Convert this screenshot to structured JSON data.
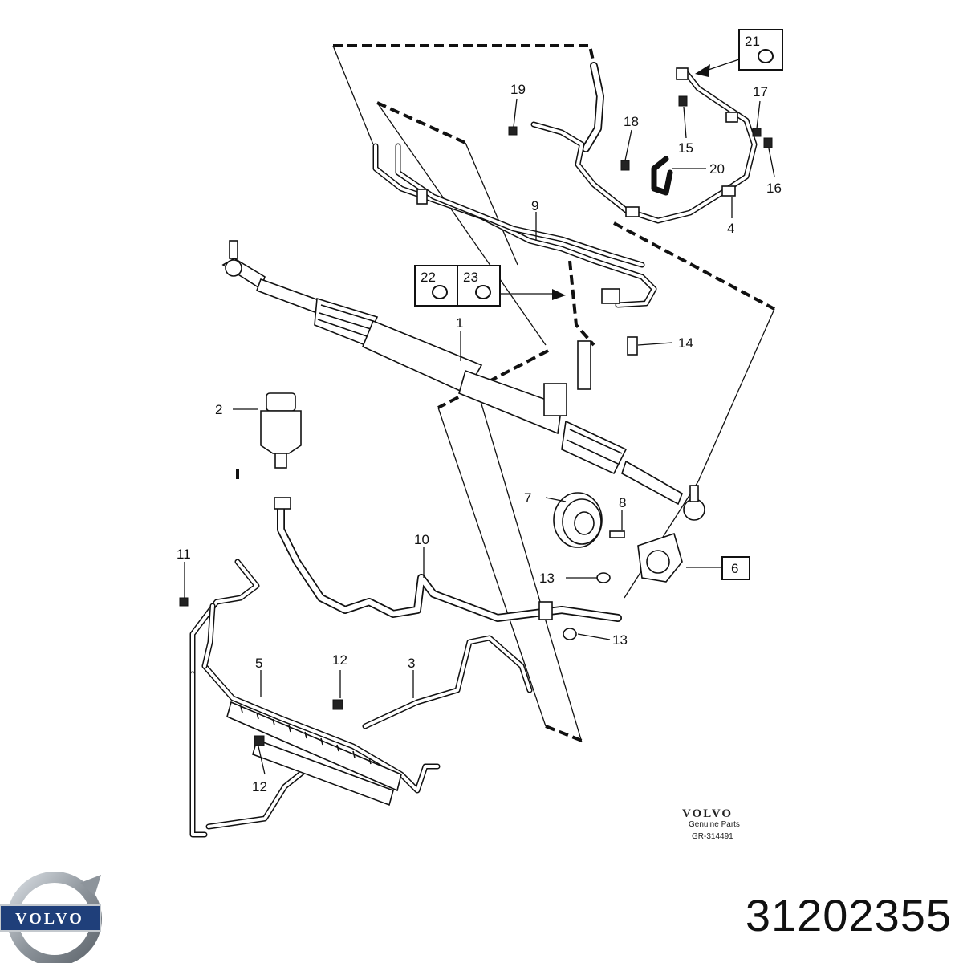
{
  "callouts": [
    {
      "id": "c1",
      "label": "1"
    },
    {
      "id": "c2",
      "label": "2"
    },
    {
      "id": "c3",
      "label": "3"
    },
    {
      "id": "c4",
      "label": "4"
    },
    {
      "id": "c5",
      "label": "5"
    },
    {
      "id": "c6",
      "label": "6"
    },
    {
      "id": "c7",
      "label": "7"
    },
    {
      "id": "c8",
      "label": "8"
    },
    {
      "id": "c9",
      "label": "9"
    },
    {
      "id": "c10",
      "label": "10"
    },
    {
      "id": "c11",
      "label": "11"
    },
    {
      "id": "c12a",
      "label": "12"
    },
    {
      "id": "c12b",
      "label": "12"
    },
    {
      "id": "c13a",
      "label": "13"
    },
    {
      "id": "c13b",
      "label": "13"
    },
    {
      "id": "c14",
      "label": "14"
    },
    {
      "id": "c15",
      "label": "15"
    },
    {
      "id": "c16",
      "label": "16"
    },
    {
      "id": "c17",
      "label": "17"
    },
    {
      "id": "c18",
      "label": "18"
    },
    {
      "id": "c19",
      "label": "19"
    },
    {
      "id": "c20",
      "label": "20"
    },
    {
      "id": "c21",
      "label": "21"
    },
    {
      "id": "c22",
      "label": "22"
    },
    {
      "id": "c23",
      "label": "23"
    }
  ],
  "watermark": {
    "brand": "VOLVO",
    "subtitle": "Genuine Parts",
    "code": "GR-314491"
  },
  "logo": {
    "brand": "VOLVO"
  },
  "part_number": "31202355",
  "colors": {
    "line": "#111111",
    "background": "#ffffff",
    "logo_silver": "#9aa0a6",
    "logo_blue": "#1f3f7a"
  }
}
